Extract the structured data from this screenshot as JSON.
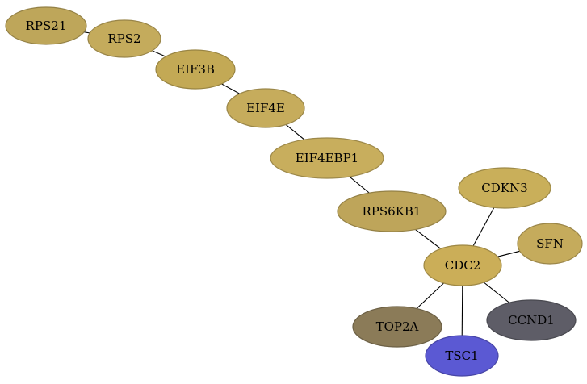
{
  "nodes": [
    {
      "id": "RPS21",
      "label": "RPS21",
      "color": "#bea65a"
    },
    {
      "id": "RPS2",
      "label": "RPS2",
      "color": "#c4ab5c"
    },
    {
      "id": "EIF3B",
      "label": "EIF3B",
      "color": "#c3a955"
    },
    {
      "id": "EIF4E",
      "label": "EIF4E",
      "color": "#c6ac5c"
    },
    {
      "id": "EIF4EBP1",
      "label": "EIF4EBP1",
      "color": "#c8ae5d"
    },
    {
      "id": "RPS6KB1",
      "label": "RPS6KB1",
      "color": "#bea55a"
    },
    {
      "id": "CDKN3",
      "label": "CDKN3",
      "color": "#c9af5a"
    },
    {
      "id": "SFN",
      "label": "SFN",
      "color": "#c5ab5c"
    },
    {
      "id": "CDC2",
      "label": "CDC2",
      "color": "#cbae58"
    },
    {
      "id": "TOP2A",
      "label": "TOP2A",
      "color": "#8b7b58"
    },
    {
      "id": "CCND1",
      "label": "CCND1",
      "color": "#5e5d67"
    },
    {
      "id": "TSC1",
      "label": "TSC1",
      "color": "#5b59d3"
    }
  ],
  "edges": [
    [
      "RPS21",
      "RPS2"
    ],
    [
      "RPS2",
      "EIF3B"
    ],
    [
      "EIF3B",
      "EIF4E"
    ],
    [
      "EIF4E",
      "EIF4EBP1"
    ],
    [
      "EIF4EBP1",
      "RPS6KB1"
    ],
    [
      "RPS6KB1",
      "CDC2"
    ],
    [
      "CDKN3",
      "CDC2"
    ],
    [
      "SFN",
      "CDC2"
    ],
    [
      "CDC2",
      "TOP2A"
    ],
    [
      "CDC2",
      "TSC1"
    ],
    [
      "CDC2",
      "CCND1"
    ]
  ]
}
